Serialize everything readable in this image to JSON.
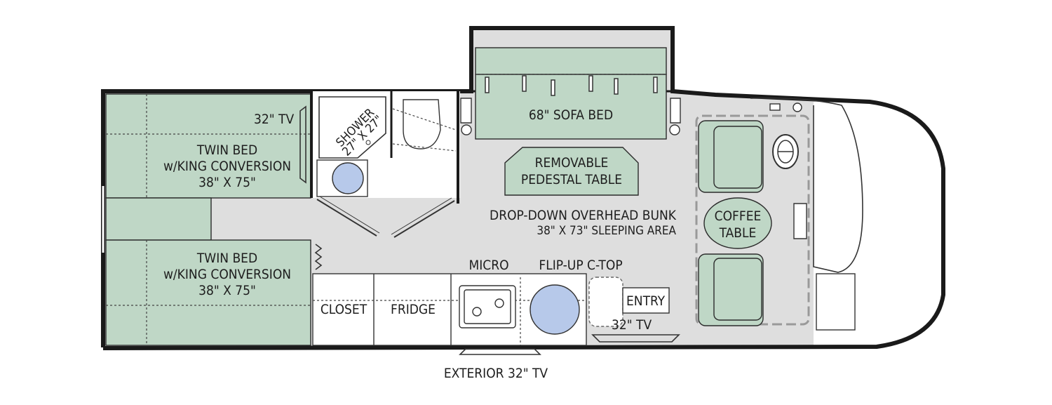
{
  "labels": {
    "rear_tv": "32\" TV",
    "twin_bed_top": [
      "TWIN BED",
      "w/KING CONVERSION",
      "38\" X 75\""
    ],
    "twin_bed_bottom": [
      "TWIN BED",
      "w/KING CONVERSION",
      "38\" X 75\""
    ],
    "shower": [
      "SHOWER",
      "27\" X 27\""
    ],
    "sofa_bed": "68\" SOFA BED",
    "pedestal_table": [
      "REMOVABLE",
      "PEDESTAL TABLE"
    ],
    "bunk": [
      "DROP-DOWN OVERHEAD BUNK",
      "38\" X 73\" SLEEPING AREA"
    ],
    "coffee_table": [
      "COFFEE",
      "TABLE"
    ],
    "micro": "MICRO",
    "cooktop": "FLIP-UP C-TOP",
    "closet": "CLOSET",
    "fridge": "FRIDGE",
    "entry": "ENTRY",
    "front_tv": "32\" TV",
    "exterior_tv": "EXTERIOR 32\" TV"
  },
  "colors": {
    "floor": "#dedede",
    "furniture": "#bfd7c6",
    "fixture": "#b7c9ea",
    "wall": "#1a1a1a"
  }
}
